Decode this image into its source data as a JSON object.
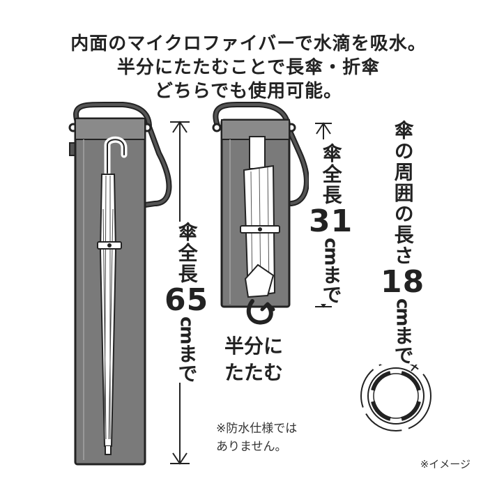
{
  "heading": {
    "line1": "内面のマイクロファイバーで水滴を吸水。",
    "line2": "半分にたたむことで長傘・折傘",
    "line3": "どちらでも使用可能。"
  },
  "long_umbrella": {
    "label_top": "傘全長",
    "length_value": "65",
    "length_unit": "cm",
    "label_bottom": "まで"
  },
  "folding_umbrella": {
    "label_top": "傘全長",
    "length_value": "31",
    "length_unit": "cm",
    "label_bottom": "まで",
    "fold_line1": "半分に",
    "fold_line2": "たたむ"
  },
  "circumference": {
    "label_top": "傘の周囲の長さ",
    "value": "18",
    "unit": "cm",
    "label_bottom": "まで"
  },
  "notes": {
    "waterproof_line1": "※防水仕様では",
    "waterproof_line2": "ありません。",
    "image_note": "※イメージ"
  },
  "colors": {
    "case_fill": "#7a7a7a",
    "outline": "#222222",
    "background": "#ffffff"
  }
}
